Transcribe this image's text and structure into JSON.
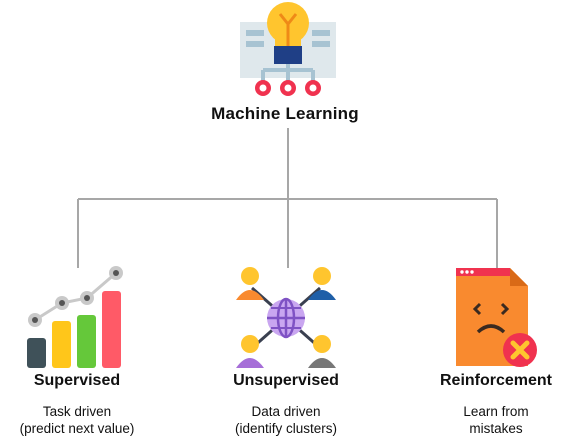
{
  "root": {
    "title": "Machine Learning",
    "icon": "lightbulb-network-icon"
  },
  "branches": [
    {
      "title": "Supervised",
      "desc_line1": "Task driven",
      "desc_line2": "(predict next value)",
      "icon": "bar-chart-trend-icon"
    },
    {
      "title": "Unsupervised",
      "desc_line1": "Data driven",
      "desc_line2": "(identify clusters)",
      "icon": "people-network-icon"
    },
    {
      "title": "Reinforcement",
      "desc_line1": "Learn from",
      "desc_line2": "mistakes",
      "icon": "sad-file-error-icon"
    }
  ],
  "colors": {
    "connector": "#a7a7a7",
    "bulb": "#ffc52e",
    "bulb_base": "#1f3f86",
    "board": "#dfe8ec",
    "node_red": "#f0324f",
    "bar_dark": "#3f5159",
    "bar_yellow": "#ffc61a",
    "bar_green": "#65c83a",
    "bar_red": "#ff5a67",
    "file_orange": "#f98a2f",
    "sphere_purple": "#c9a6f0"
  }
}
